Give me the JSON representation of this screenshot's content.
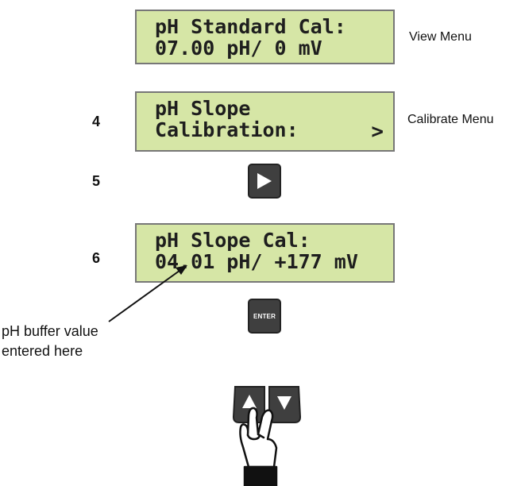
{
  "screens": [
    {
      "lines": [
        "pH Standard Cal:",
        "07.00 pH/ 0 mV"
      ],
      "side_label": "View Menu",
      "step": ""
    },
    {
      "lines": [
        "pH Slope",
        "Calibration:"
      ],
      "arrow": ">",
      "side_label": "Calibrate Menu",
      "step": "4"
    },
    {
      "lines": [
        "pH Slope Cal:",
        "04.01 pH/ +177 mV"
      ],
      "side_label": "",
      "step": "6"
    }
  ],
  "keys": {
    "right_step": "5",
    "enter_label": "ENTER"
  },
  "callout": {
    "line1": "pH buffer value",
    "line2": "entered here"
  },
  "colors": {
    "lcd_background": "#d6e6a6",
    "lcd_border": "#777777",
    "key_background": "#3f3f3f"
  },
  "icons": [
    "play-right-icon",
    "enter-key",
    "up-arrow-icon",
    "down-arrow-icon",
    "pointing-hand-icon",
    "callout-arrow"
  ]
}
